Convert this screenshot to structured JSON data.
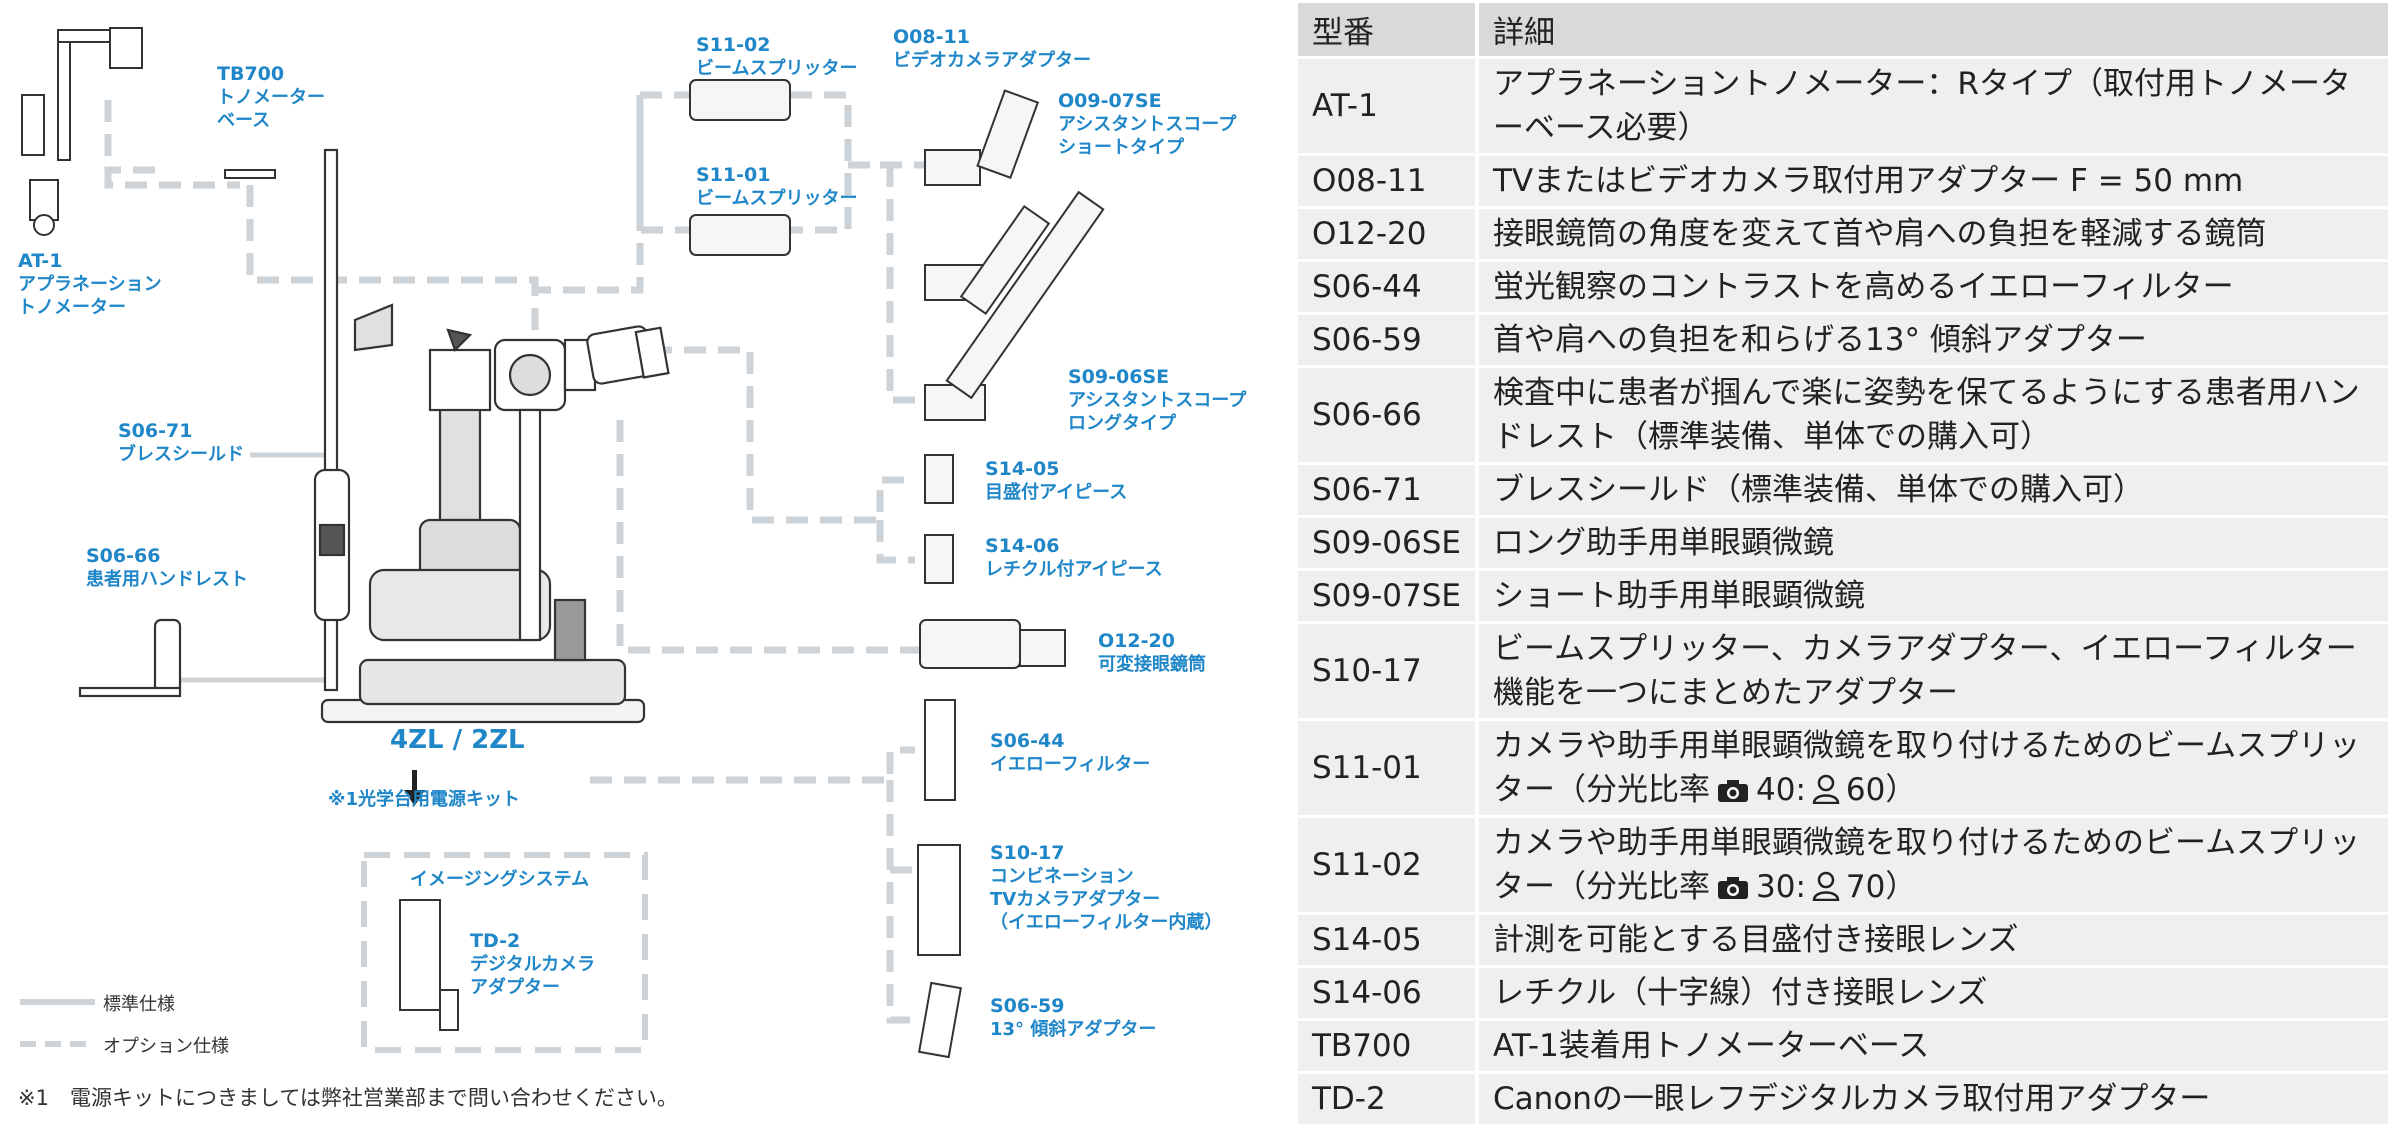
{
  "colors": {
    "accent": "#1f86c8",
    "line": "#cdd3d7",
    "table_header": "#d9d9d9",
    "table_row": "#efefef"
  },
  "diagram": {
    "labels": [
      {
        "id": "at1",
        "code": "AT-1",
        "lines": [
          "アプラネーション",
          "トノメーター"
        ]
      },
      {
        "id": "tb700",
        "code": "TB700",
        "lines": [
          "トノメーター",
          "ベース"
        ]
      },
      {
        "id": "s1102",
        "code": "S11-02",
        "lines": [
          "ビームスプリッター"
        ]
      },
      {
        "id": "s1101",
        "code": "S11-01",
        "lines": [
          "ビームスプリッター"
        ]
      },
      {
        "id": "o0811",
        "code": "O08-11",
        "lines": [
          "ビデオカメラアダプター"
        ]
      },
      {
        "id": "o0907se",
        "code": "O09-07SE",
        "lines": [
          "アシスタントスコープ",
          "ショートタイプ"
        ]
      },
      {
        "id": "s0906se",
        "code": "S09-06SE",
        "lines": [
          "アシスタントスコープ",
          "ロングタイプ"
        ]
      },
      {
        "id": "s0671",
        "code": "S06-71",
        "lines": [
          "ブレスシールド"
        ]
      },
      {
        "id": "s0666",
        "code": "S06-66",
        "lines": [
          "患者用ハンドレスト"
        ]
      },
      {
        "id": "s1405",
        "code": "S14-05",
        "lines": [
          "目盛付アイピース"
        ]
      },
      {
        "id": "s1406",
        "code": "S14-06",
        "lines": [
          "レチクル付アイピース"
        ]
      },
      {
        "id": "o1220",
        "code": "O12-20",
        "lines": [
          "可変接眼鏡筒"
        ]
      },
      {
        "id": "s0644",
        "code": "S06-44",
        "lines": [
          "イエローフィルター"
        ]
      },
      {
        "id": "s1017",
        "code": "S10-17",
        "lines": [
          "コンビネーション",
          "TVカメラアダプター",
          "（イエローフィルター内蔵）"
        ]
      },
      {
        "id": "s0659",
        "code": "S06-59",
        "lines": [
          "13° 傾斜アダプター"
        ]
      },
      {
        "id": "td2",
        "code": "TD-2",
        "lines": [
          "デジタルカメラ",
          "アダプター"
        ]
      }
    ],
    "model_label": "4ZL / 2ZL",
    "power_kit_note": "※1光学台用電源キット",
    "imaging_system_title": "イメージングシステム",
    "legend_standard": "標準仕様",
    "legend_option": "オプション仕様",
    "footnote": "※1　電源キットにつきましては弊社営業部まで問い合わせください。"
  },
  "table": {
    "headers": {
      "model": "型番",
      "detail": "詳細"
    },
    "rows": [
      {
        "model": "AT-1",
        "detail": "アプラネーショントノメーター：Rタイプ（取付用トノメーターベース必要）"
      },
      {
        "model": "O08-11",
        "detail": "TVまたはビデオカメラ取付用アダプター F = 50 mm"
      },
      {
        "model": "O12-20",
        "detail": "接眼鏡筒の角度を変えて首や肩への負担を軽減する鏡筒"
      },
      {
        "model": "S06-44",
        "detail": "蛍光観察のコントラストを高めるイエローフィルター"
      },
      {
        "model": "S06-59",
        "detail": "首や肩への負担を和らげる13° 傾斜アダプター"
      },
      {
        "model": "S06-66",
        "detail": "検査中に患者が掴んで楽に姿勢を保てるようにする患者用ハンドレスト（標準装備、単体での購入可）"
      },
      {
        "model": "S06-71",
        "detail": "ブレスシールド（標準装備、単体での購入可）"
      },
      {
        "model": "S09-06SE",
        "detail": "ロング助手用単眼顕微鏡"
      },
      {
        "model": "S09-07SE",
        "detail": "ショート助手用単眼顕微鏡"
      },
      {
        "model": "S10-17",
        "detail": "ビームスプリッター、カメラアダプター、イエローフィルター機能を一つにまとめたアダプター"
      },
      {
        "model": "S11-01",
        "detail_pre": "カメラや助手用単眼顕微鏡を取り付けるためのビームスプリッター（分光比率",
        "cam": "40:",
        "person": "60）"
      },
      {
        "model": "S11-02",
        "detail_pre": "カメラや助手用単眼顕微鏡を取り付けるためのビームスプリッター（分光比率",
        "cam": "30:",
        "person": "70）"
      },
      {
        "model": "S14-05",
        "detail": "計測を可能とする目盛付き接眼レンズ"
      },
      {
        "model": "S14-06",
        "detail": "レチクル（十字線）付き接眼レンズ"
      },
      {
        "model": "TB700",
        "detail": "AT-1装着用トノメーターベース"
      },
      {
        "model": "TD-2",
        "detail": "Canonの一眼レフデジタルカメラ取付用アダプター"
      }
    ]
  }
}
